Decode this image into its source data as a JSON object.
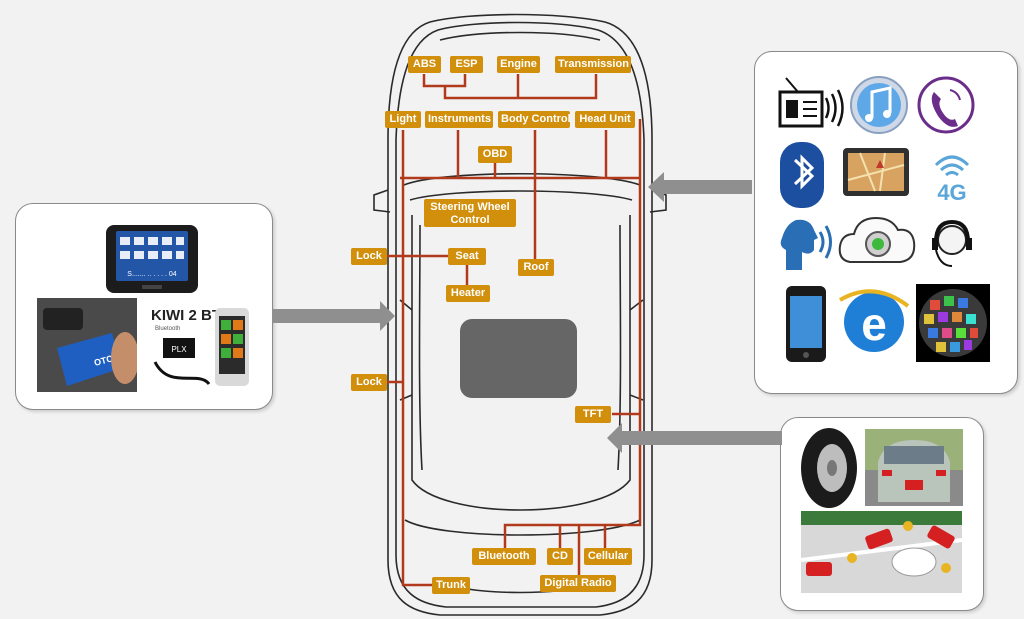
{
  "colors": {
    "wire": "#b23a1c",
    "label_bg": "#d18f0c",
    "label_text": "#ffffff",
    "arrow": "#8f8f8f",
    "car_outline": "#2a2a2a",
    "screen": "#666666"
  },
  "left_panel": {
    "scan_tool_screen_text": "S....... .. . . . . 04",
    "adapter_text": "OTC",
    "kiwi_title": "KIWI 2 BT",
    "kiwi_sub": "Bluetooth",
    "plx_text": "PLX"
  },
  "ecus": {
    "abs": "ABS",
    "esp": "ESP",
    "engine": "Engine",
    "transmission": "Transmission",
    "light": "Light",
    "instruments": "Instruments",
    "body_control": "Body Control",
    "head_unit": "Head Unit",
    "obd": "OBD",
    "steering": "Steering Wheel Control",
    "lock_front": "Lock",
    "seat": "Seat",
    "heater": "Heater",
    "roof": "Roof",
    "lock_rear": "Lock",
    "tft": "TFT",
    "bluetooth": "Bluetooth",
    "cd": "CD",
    "cellular": "Cellular",
    "digital_radio": "Digital Radio",
    "trunk": "Trunk"
  },
  "right_top_icons": [
    "radio-icon",
    "itunes-icon",
    "phone-icon",
    "bluetooth-icon",
    "navigation-icon",
    "4g-icon",
    "voice-icon",
    "settings-cloud-icon",
    "headset-icon",
    "smartphone-icon",
    "internet-explorer-icon",
    "apps-globe-icon"
  ],
  "icon_text": {
    "four_g": "4G",
    "ie": "e"
  },
  "right_bottom_icons": [
    "tire-icon",
    "car-rear-camera-icon",
    "parking-sensor-icon"
  ]
}
